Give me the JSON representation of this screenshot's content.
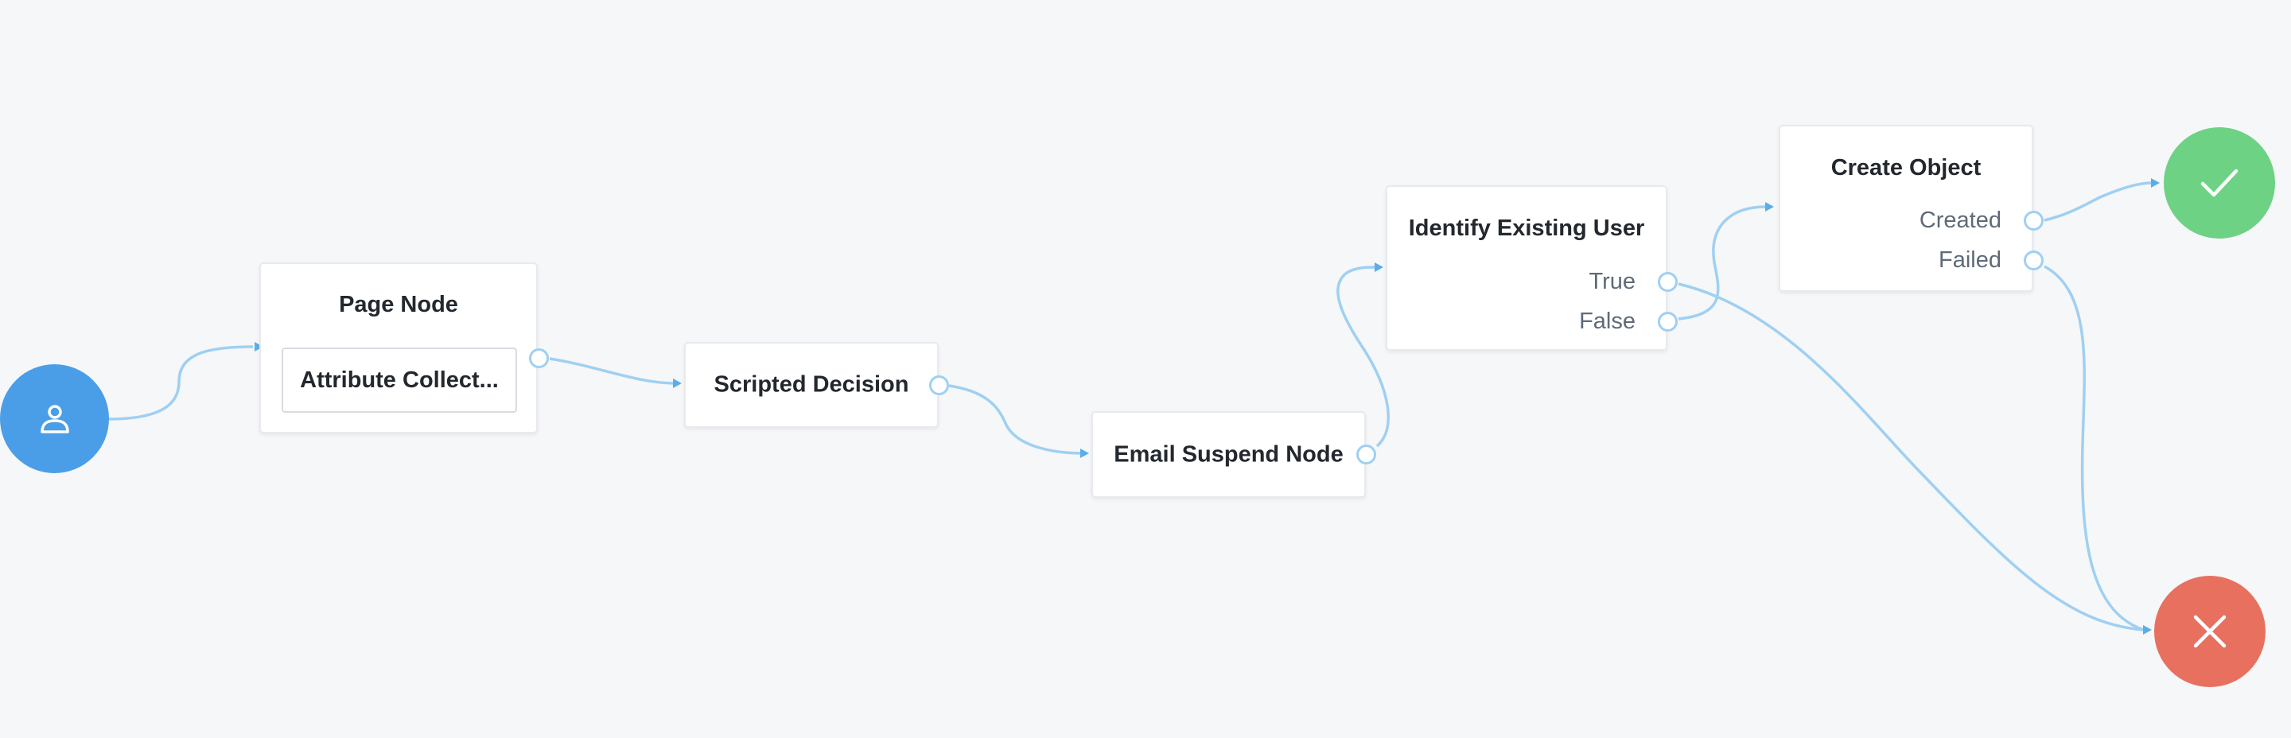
{
  "colors": {
    "background": "#f6f7f8",
    "edge": "#9fd0f2",
    "arrow": "#5aaee8",
    "start": "#4a9ee8",
    "success": "#6dd284",
    "failure": "#e8705f"
  },
  "nodes": {
    "start": {
      "icon": "user-icon"
    },
    "page_node": {
      "title": "Page Node",
      "inner_node": "Attribute Collect..."
    },
    "scripted_decision": {
      "title": "Scripted Decision"
    },
    "email_suspend": {
      "title": "Email Suspend Node"
    },
    "identify_user": {
      "title": "Identify Existing User",
      "outcomes": [
        "True",
        "False"
      ]
    },
    "create_object": {
      "title": "Create Object",
      "outcomes": [
        "Created",
        "Failed"
      ]
    },
    "success": {
      "icon": "check-icon"
    },
    "failure": {
      "icon": "close-icon"
    }
  },
  "connections": [
    {
      "from": "start",
      "to": "page_node"
    },
    {
      "from": "page_node",
      "to": "scripted_decision"
    },
    {
      "from": "scripted_decision",
      "to": "email_suspend"
    },
    {
      "from": "email_suspend",
      "to": "identify_user"
    },
    {
      "from": "identify_user",
      "outcome": "True",
      "to": "failure"
    },
    {
      "from": "identify_user",
      "outcome": "False",
      "to": "create_object"
    },
    {
      "from": "create_object",
      "outcome": "Created",
      "to": "success"
    },
    {
      "from": "create_object",
      "outcome": "Failed",
      "to": "failure"
    }
  ]
}
